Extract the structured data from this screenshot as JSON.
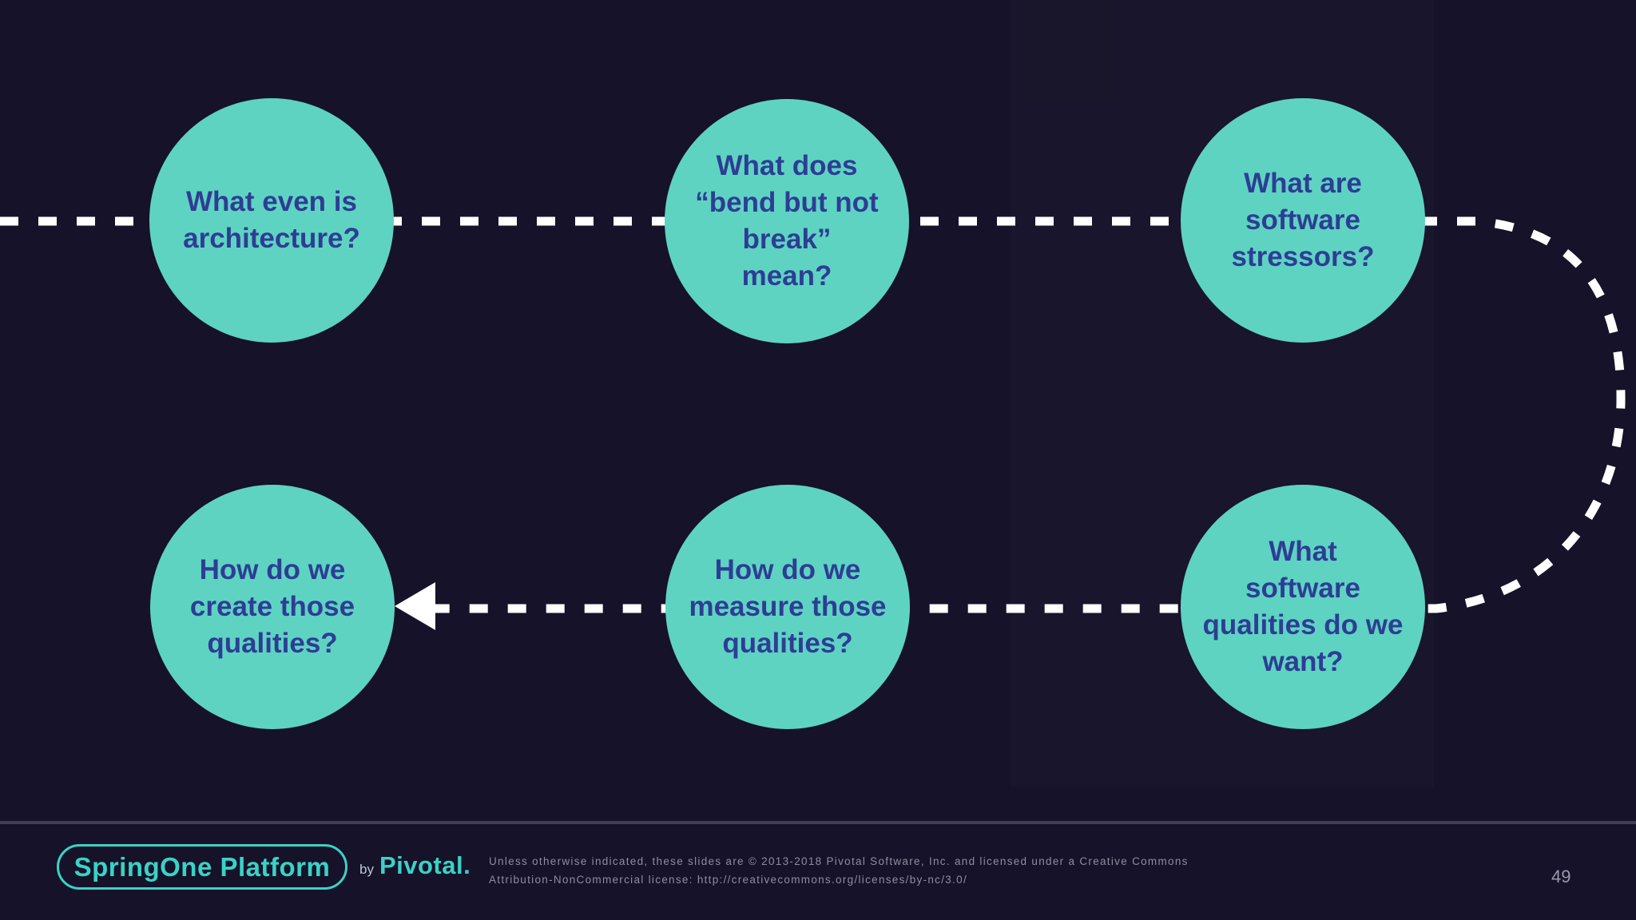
{
  "slide": {
    "colors": {
      "background": "#151229",
      "circle_fill": "#5ed3c2",
      "circle_text": "#2e3d94",
      "dash_line": "#ffffff",
      "accent_teal": "#3ad2c6",
      "divider": "#413e55",
      "muted_text": "#8f8da0"
    }
  },
  "diagram": {
    "circles": [
      {
        "id": "what-even-is-architecture",
        "text": "What even is\narchitecture?"
      },
      {
        "id": "bend-but-not-break",
        "text": "What does\n“bend but not\nbreak”\nmean?"
      },
      {
        "id": "software-stressors",
        "text": "What are\nsoftware\nstressors?"
      },
      {
        "id": "create-those-qualities",
        "text": "How do we\ncreate those\nqualities?"
      },
      {
        "id": "measure-those-qualities",
        "text": "How do we\nmeasure those\nqualities?"
      },
      {
        "id": "software-qualities-we-want",
        "text": "What\nsoftware\nqualities do we\nwant?"
      }
    ]
  },
  "footer": {
    "logo_text": "SpringOne Platform",
    "byline_prefix": "by",
    "byline_brand": "Pivotal.",
    "license": "Unless otherwise indicated, these slides are © 2013-2018 Pivotal Software, Inc. and licensed under a Creative Commons\nAttribution-NonCommercial license: http://creativecommons.org/licenses/by-nc/3.0/",
    "page_number": "49"
  }
}
